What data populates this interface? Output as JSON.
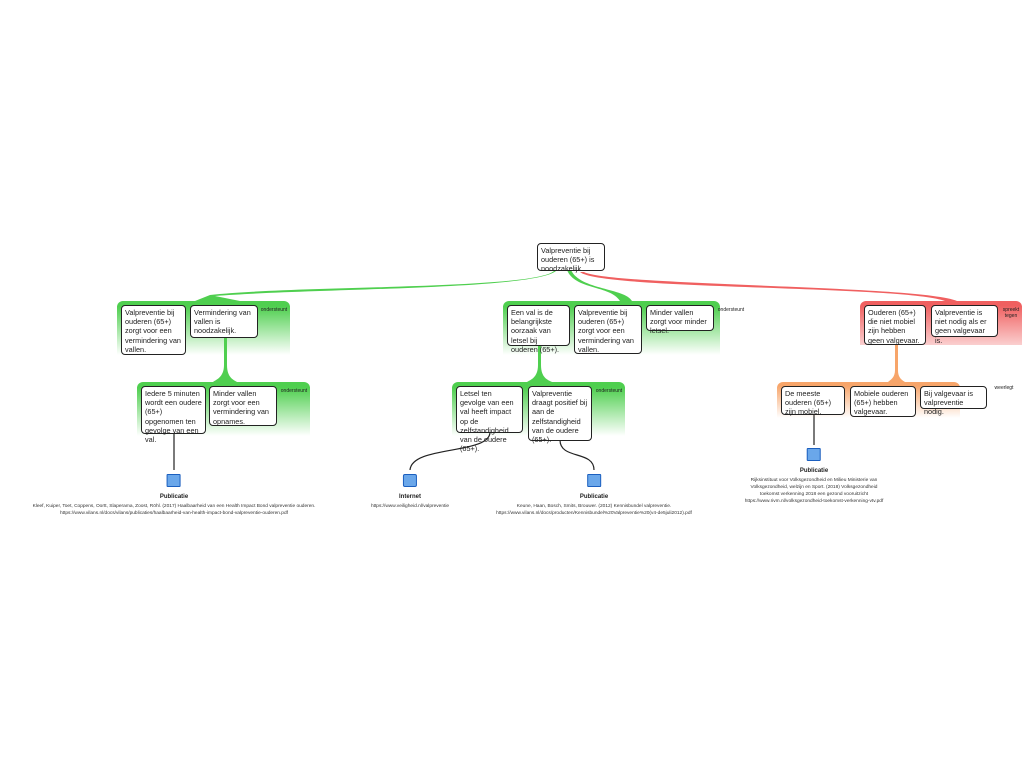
{
  "root": {
    "text": "Valpreventie bij ouderen (65+) is noodzakelijk."
  },
  "groups": [
    {
      "relation": "ondersteunt",
      "boxes": [
        "Valpreventie bij ouderen (65+) zorgt voor een vermindering van vallen.",
        "Vermindering van vallen is noodzakelijk."
      ]
    },
    {
      "relation": "ondersteunt",
      "boxes": [
        "Iedere 5 minuten wordt een oudere (65+) opgenomen ten gevolge van een val.",
        "Minder vallen zorgt voor een vermindering van opnames."
      ]
    },
    {
      "relation": "ondersteunt",
      "boxes": [
        "Een val is de belangrijkste oorzaak van letsel bij ouderen (65+).",
        "Valpreventie bij ouderen (65+) zorgt voor een vermindering van vallen.",
        "Minder vallen zorgt voor minder letsel."
      ]
    },
    {
      "relation": "ondersteunt",
      "boxes": [
        "Letsel ten gevolge van een val heeft impact op de zelfstandigheid van de oudere (65+).",
        "Valpreventie draagt positief bij aan de zelfstandigheid van de oudere (65+)."
      ]
    },
    {
      "relation": "spreekt tegen",
      "boxes": [
        "Ouderen (65+) die niet mobiel zijn hebben geen valgevaar.",
        "Valpreventie is niet nodig als er geen valgevaar is."
      ]
    },
    {
      "relation": "weerlegt",
      "boxes": [
        "De meeste ouderen (65+) zijn mobiel.",
        "Mobiele ouderen (65+) hebben valgevaar.",
        "Bij valgevaar is valpreventie nodig."
      ]
    }
  ],
  "sources": [
    {
      "type": "Publicatie",
      "icon": "book-icon",
      "lines": [
        "Kleef, Kuiper, Toet, Coppens, Oortt, Slaperama, Zoost, Röhl. (2017) Haalbaarheid van een Health Impact Bond valpreventie ouderen.",
        "https://www.vilans.nl/docs/vilans/publicaties/haalbaarheid-van-health-impact-bond-valpreventie-ouderen.pdf"
      ]
    },
    {
      "type": "Internet",
      "icon": "globe-icon",
      "lines": [
        "https://www.veiligheid.nl/valpreventie"
      ]
    },
    {
      "type": "Publicatie",
      "icon": "book-icon",
      "lines": [
        "Keune, Haan, Bosch, Smits, Brouwer. (2012) Kennisbundel valpreventie.",
        "https://www.vilans.nl/docs/producten/Kennisbundel%20Valpreventie%20(v4-de5juli2012).pdf"
      ]
    },
    {
      "type": "Publicatie",
      "icon": "book-icon",
      "lines": [
        "Rijksinstituut voor Volksgezondheid en Milieu Ministerie van",
        "Volksgezondheid, welzijn en Sport. (2018) Volksgezondheid",
        "toekomst verkenning 2018 een gezond vooruitzicht",
        "https://www.rivm.nl/volksgezondheid-toekomst-verkenning-vtv.pdf"
      ]
    }
  ],
  "colors": {
    "support": "#4fcf4f",
    "oppose": "#f06060",
    "rebut": "#f7a56a"
  }
}
